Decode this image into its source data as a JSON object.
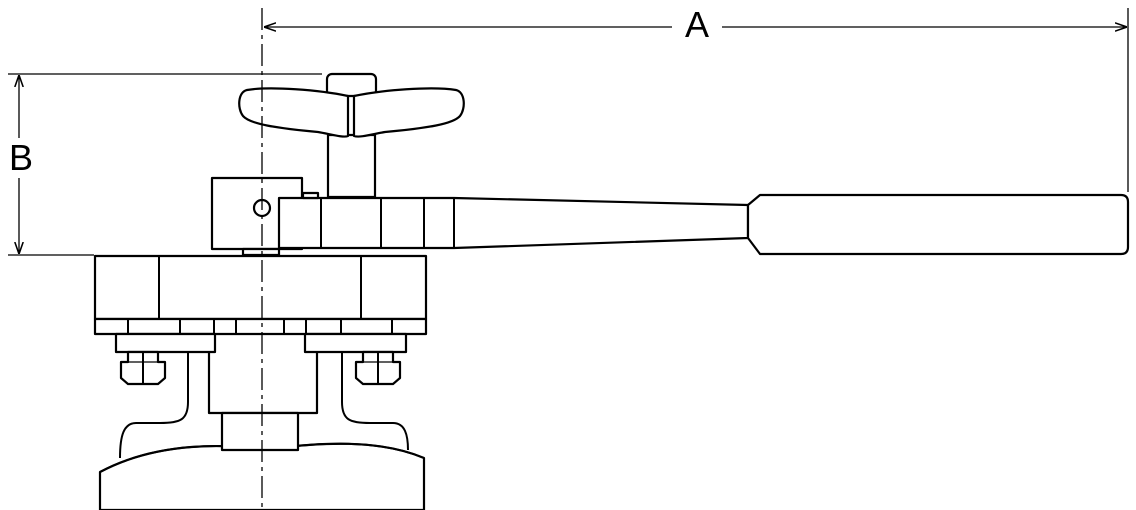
{
  "diagram": {
    "dimensions": [
      {
        "id": "A",
        "label": "A"
      },
      {
        "id": "B",
        "label": "B"
      }
    ],
    "colors": {
      "stroke": "#000000",
      "background": "#ffffff"
    }
  }
}
